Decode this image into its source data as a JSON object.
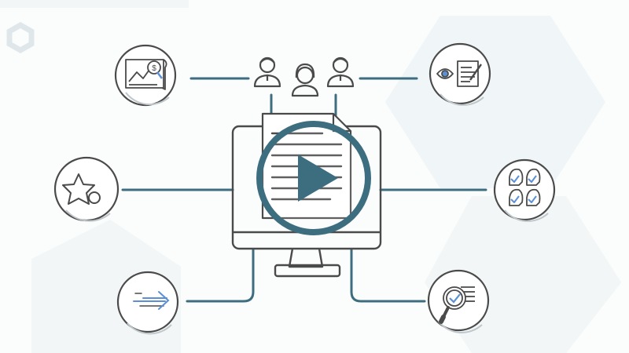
{
  "video": {
    "state": "paused",
    "controls": {
      "play_icon": "play-icon"
    }
  },
  "illustration": {
    "center": "monitor-with-document",
    "top": "three-people-group",
    "nodes": [
      {
        "position": "top-left",
        "icon": "financial-chart-icon"
      },
      {
        "position": "middle-left",
        "icon": "star-icon"
      },
      {
        "position": "bottom-left",
        "icon": "fast-forward-arrow-icon"
      },
      {
        "position": "top-right",
        "icon": "review-document-icon"
      },
      {
        "position": "middle-right",
        "icon": "approved-people-icon"
      },
      {
        "position": "bottom-right",
        "icon": "search-check-icon"
      }
    ]
  },
  "colors": {
    "teal": "#3e6d7f",
    "line": "#4a4a4a",
    "accent_blue": "#5b8fd6",
    "bg_hex": "#eef4f5",
    "play_overlay": "#3d6e80"
  }
}
